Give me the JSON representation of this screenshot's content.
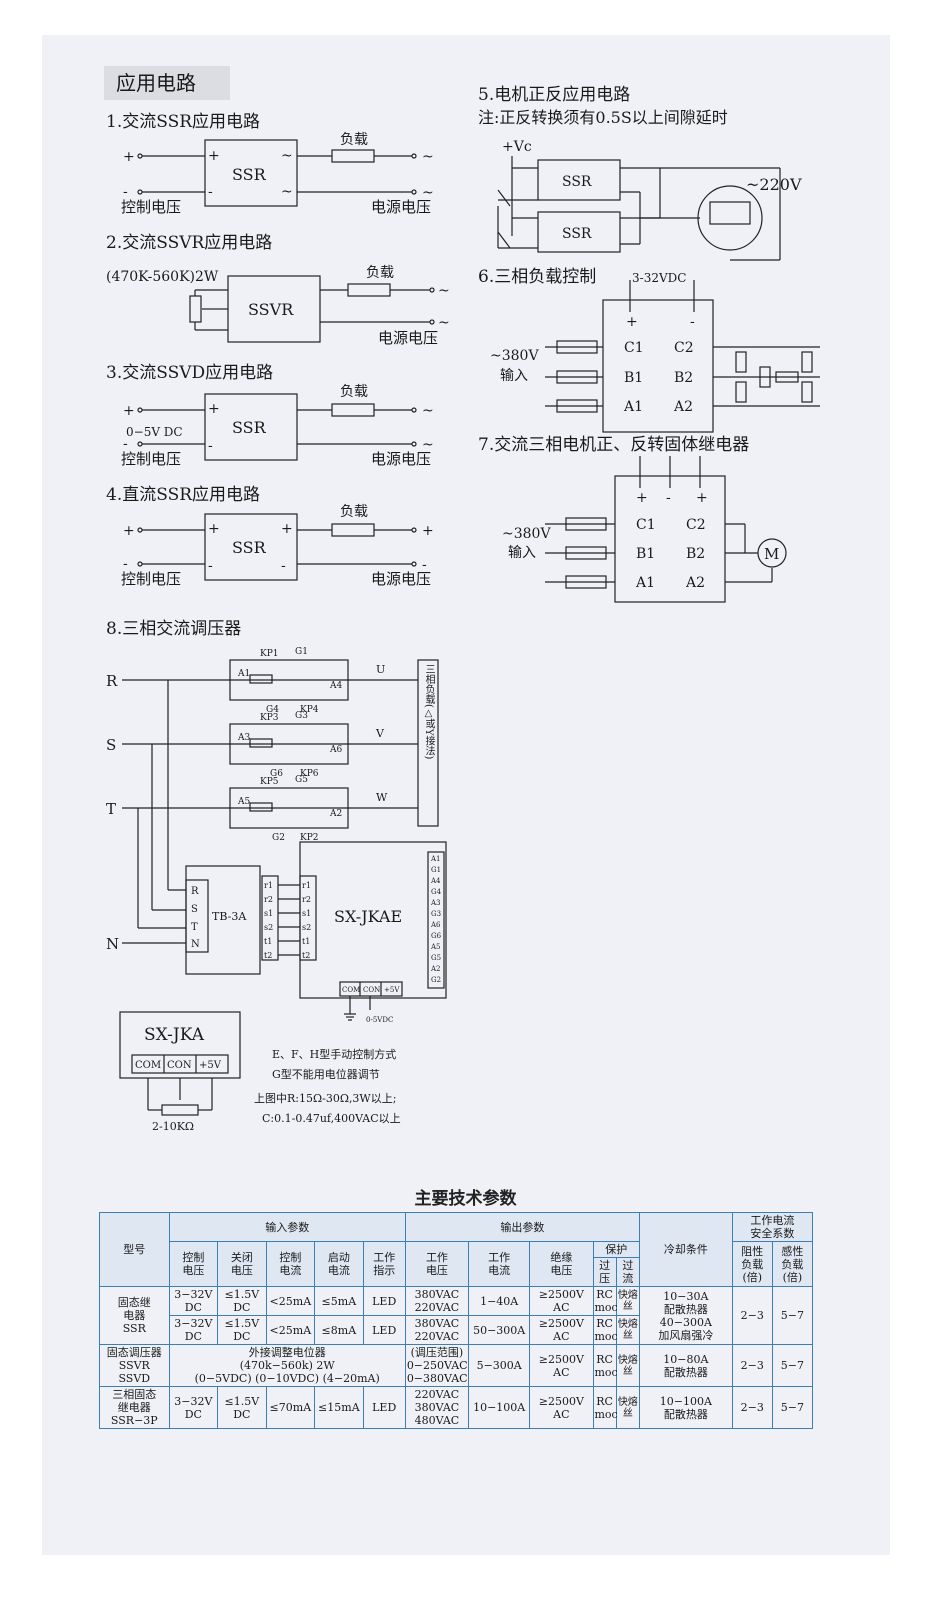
{
  "section_title": "应用电路",
  "circuits": {
    "c1": {
      "title": "1.交流SSR应用电路",
      "box": "SSR",
      "load": "负载",
      "left_label": "控制电压",
      "right_label": "电源电压",
      "plus": "+",
      "minus": "-",
      "tilde": "~"
    },
    "c2": {
      "title": "2.交流SSVR应用电路",
      "pot": "(470K-560K)2W",
      "box": "SSVR",
      "load": "负载",
      "right_label": "电源电压"
    },
    "c3": {
      "title": "3.交流SSVD应用电路",
      "box": "SSR",
      "load": "负载",
      "range": "0−5V DC",
      "left_label": "控制电压",
      "right_label": "电源电压"
    },
    "c4": {
      "title": "4.直流SSR应用电路",
      "box": "SSR",
      "load": "负载",
      "left_label": "控制电压",
      "right_label": "电源电压"
    },
    "c5": {
      "title": "5.电机正反应用电路",
      "note": "注:正反转换须有0.5S以上间隙延时",
      "vc": "+Vc",
      "box": "SSR",
      "voltage": "~220V"
    },
    "c6": {
      "title": "6.三相负载控制",
      "dc": "3-32VDC",
      "in1": "~380V",
      "in2": "输入",
      "c1": "C1",
      "b1": "B1",
      "a1": "A1",
      "c2": "C2",
      "b2": "B2",
      "a2": "A2"
    },
    "c7": {
      "title": "7.交流三相电机正、反转固体继电器",
      "in1": "~380V",
      "in2": "输入",
      "c1": "C1",
      "b1": "B1",
      "a1": "A1",
      "c2": "C2",
      "b2": "B2",
      "a2": "A2",
      "motor": "M"
    },
    "c8": {
      "title": "8.三相交流调压器",
      "phases": [
        "R",
        "S",
        "T",
        "N"
      ],
      "outputs": [
        "U",
        "V",
        "W"
      ],
      "load_label": "三相负载(△或Y接法)",
      "kp_top": [
        "KP1",
        "KP3",
        "KP5"
      ],
      "g_top": [
        "G1",
        "G3",
        "G5"
      ],
      "a_left": [
        "A1",
        "A3",
        "A5"
      ],
      "a_right": [
        "A4",
        "A6",
        "A2"
      ],
      "g_bot": [
        "G4",
        "G6",
        "G2"
      ],
      "kp_bot": [
        "KP4",
        "KP6",
        "KP2"
      ],
      "tb": "TB-3A",
      "tb_pins": [
        "R",
        "S",
        "T",
        "N"
      ],
      "tb_out": [
        "r1",
        "r2",
        "s1",
        "s2",
        "t1",
        "t2"
      ],
      "main": "SX-JKAE",
      "main_pins": [
        "A1",
        "G1",
        "A4",
        "G4",
        "A3",
        "G3",
        "A6",
        "G6",
        "A5",
        "G5",
        "A2",
        "G2"
      ],
      "bottom_pins": [
        "COM",
        "CON",
        "+5V"
      ],
      "ctrl_range": "0-5VDC",
      "jka": "SX-JKA",
      "jka_pins": [
        "COM",
        "CON",
        "+5V"
      ],
      "jka_pot": "2-10KΩ",
      "notes": [
        "E、F、H型手动控制方式",
        "G型不能用电位器调节",
        "上图中R:15Ω-30Ω,3W以上;",
        "C:0.1-0.47uf,400VAC以上"
      ]
    }
  },
  "spec": {
    "title": "主要技术参数",
    "header": {
      "model": "型号",
      "input": "输入参数",
      "output": "输出参数",
      "cooling": "冷却条件",
      "safety": "工作电流\n安全系数",
      "input_cols": [
        "控制\n电压",
        "关闭\n电压",
        "控制\n电流",
        "启动\n电流",
        "工作\n指示"
      ],
      "output_cols": [
        "工作\n电压",
        "工作\n电流",
        "绝缘\n电压"
      ],
      "protect": "保护",
      "protect_cols": [
        "过\n压",
        "过\n流"
      ],
      "safety_cols": [
        "阻性\n负载\n(倍)",
        "感性\n负载\n(倍)"
      ]
    },
    "rows": {
      "ssr_model": "固态继\n电器\nSSR",
      "ssr1": [
        "3−32V\nDC",
        "≤1.5V\nDC",
        "<25mA",
        "≤5mA",
        "LED",
        "380VAC\n220VAC",
        "1−40A",
        "≥2500V\nAC",
        "RC\nmoc",
        "快熔丝"
      ],
      "ssr2": [
        "3−32V\nDC",
        "≤1.5V\nDC",
        "<25mA",
        "≤8mA",
        "LED",
        "380VAC\n220VAC",
        "50−300A",
        "≥2500V\nAC",
        "RC\nmoc",
        "快熔丝"
      ],
      "ssr_cool": "10−30A\n配散热器\n40−300A\n加风扇强冷",
      "ssr_safety": [
        "2−3",
        "5−7"
      ],
      "reg_model": "固态调压器\nSSVR\nSSVD",
      "reg_input": "外接调整电位器\n(470k−560k) 2W\n(0−5VDC) (0−10VDC) (4−20mA)",
      "reg_out": [
        "(调压范围)\n0−250VAC\n0−380VAC",
        "5−300A",
        "≥2500V\nAC",
        "RC\nmoc",
        "快熔丝"
      ],
      "reg_cool": "10−80A\n配散热器",
      "reg_safety": [
        "2−3",
        "5−7"
      ],
      "tri_model": "三相固态\n继电器\nSSR−3P",
      "tri": [
        "3−32V\nDC",
        "≤1.5V\nDC",
        "≤70mA",
        "≤15mA",
        "LED",
        "220VAC\n380VAC\n480VAC",
        "10−100A",
        "≥2500V\nAC",
        "RC\nmoc",
        "快熔丝"
      ],
      "tri_cool": "10−100A\n配散热器",
      "tri_safety": [
        "2−3",
        "5−7"
      ]
    }
  }
}
